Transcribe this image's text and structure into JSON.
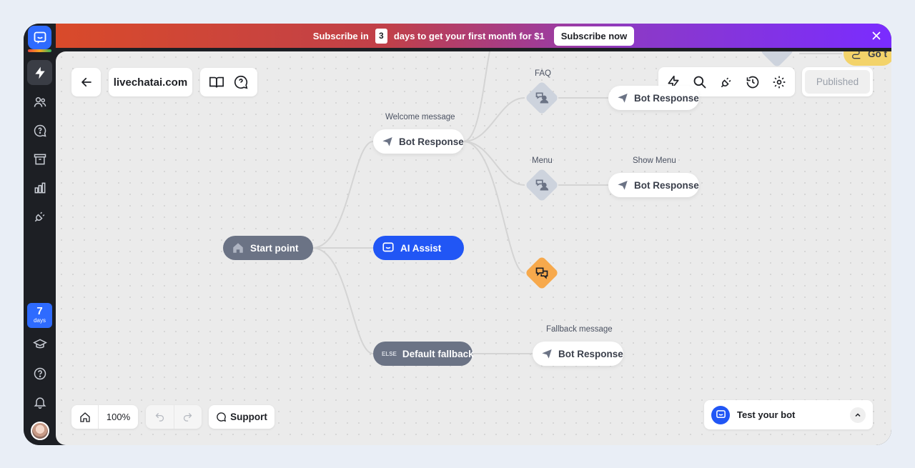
{
  "banner": {
    "prefix": "Subscribe in",
    "days": "3",
    "suffix": "days to get your first month for $1",
    "button": "Subscribe now"
  },
  "sidebar": {
    "trial_days": "7",
    "trial_unit": "days"
  },
  "header": {
    "site": "livechatai.com"
  },
  "toolbar": {
    "published": "Published"
  },
  "flow": {
    "start": "Start point",
    "welcome_label": "Welcome message",
    "welcome_node": "Bot Response",
    "ai_assist": "AI Assist",
    "default_fallback_tag": "ELSE",
    "default_fallback": "Default fallback",
    "faq_label": "FAQ",
    "faq_response": "Bot Response",
    "menu_label": "Menu",
    "show_menu_label": "Show Menu",
    "show_menu_response": "Bot Response",
    "fallback_label": "Fallback message",
    "fallback_response": "Bot Response",
    "goto_partial": "Go t"
  },
  "bottom": {
    "zoom": "100%",
    "support": "Support",
    "test_bot": "Test your bot"
  },
  "colors": {
    "accent": "#2156f5",
    "node_gray": "#6b7385",
    "diamond_gray": "#cdd3dd",
    "diamond_orange": "#f7a94c"
  }
}
